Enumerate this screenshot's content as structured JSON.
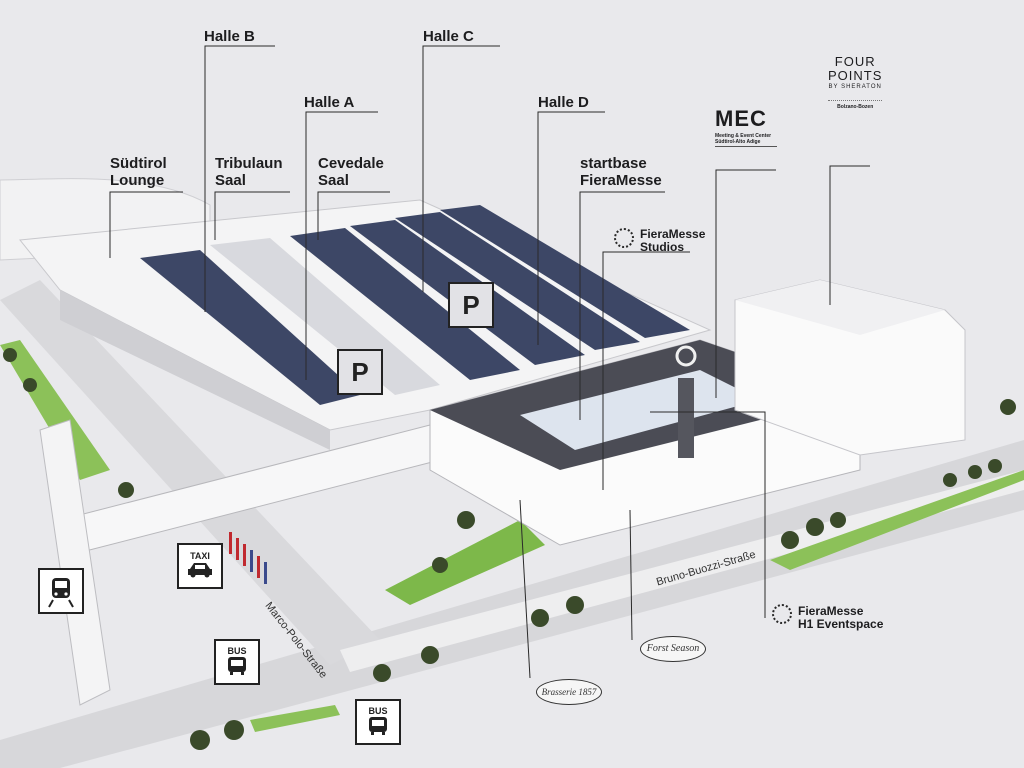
{
  "halls": {
    "halle_b": "Halle B",
    "halle_c": "Halle C",
    "halle_a": "Halle A",
    "halle_d": "Halle D"
  },
  "venues": {
    "suedtirol_lounge": "Südtirol\nLounge",
    "tribulaun_saal": "Tribulaun\nSaal",
    "cevedale_saal": "Cevedale\nSaal",
    "startbase": "startbase\nFieraMesse",
    "studios": "FieraMesse\nStudios",
    "h1_eventspace": "FieraMesse\nH1 Eventspace"
  },
  "mec": {
    "title": "MEC",
    "subtitle": "Meeting & Event Center\nSüdtirol-Alto Adige"
  },
  "hotel": {
    "line1": "FOUR",
    "line2": "POINTS",
    "by": "BY SHERATON",
    "city": "Bolzano-Bozen"
  },
  "parking": [
    "P",
    "P"
  ],
  "transport": {
    "taxi": "TAXI",
    "bus": [
      "BUS",
      "BUS"
    ]
  },
  "roads": {
    "marco_polo": "Marco-Polo-Straße",
    "bruno_buozzi": "Bruno-Buozzi-Straße"
  },
  "restaurants": {
    "forst": "Forst Season",
    "brasserie": "Brasserie 1857"
  },
  "colors": {
    "background": "#e9e9ec",
    "roof_dark": "#4b4c55",
    "solar": "#3d4766",
    "lawn": "#7db84a",
    "label": "#1d1d1f"
  }
}
